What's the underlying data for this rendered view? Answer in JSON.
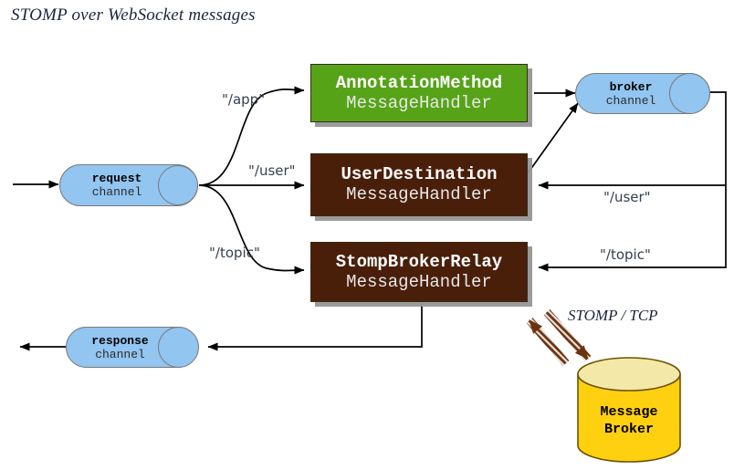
{
  "title": "STOMP over WebSocket messages",
  "colors": {
    "green_box": "#56a318",
    "brown_box": "#4a1f0a",
    "channel_blue": "#92c5f0",
    "broker_yellow": "#ffd010",
    "broker_top": "#f4e39a",
    "arrow_brown": "#6b3410",
    "label_text": "#33404f",
    "title_text": "#1c2340"
  },
  "handlers": [
    {
      "id": "annotation-method",
      "line1": "AnnotationMethod",
      "line2": "MessageHandler",
      "color": "#56a318"
    },
    {
      "id": "user-destination",
      "line1": "UserDestination",
      "line2": "MessageHandler",
      "color": "#4a1f0a"
    },
    {
      "id": "stomp-broker-relay",
      "line1": "StompBrokerRelay",
      "line2": "MessageHandler",
      "color": "#4a1f0a"
    }
  ],
  "channels": [
    {
      "id": "request-channel",
      "line1": "request",
      "line2": "channel"
    },
    {
      "id": "response-channel",
      "line1": "response",
      "line2": "channel"
    },
    {
      "id": "broker-channel",
      "line1": "broker",
      "line2": "channel"
    }
  ],
  "broker": {
    "line1": "Message",
    "line2": "Broker"
  },
  "edge_labels": {
    "app": "\"/app\"",
    "user_left": "\"/user\"",
    "topic_left": "\"/topic\"",
    "user_right": "\"/user\"",
    "topic_right": "\"/topic\"",
    "stomp_tcp": "STOMP / TCP"
  }
}
